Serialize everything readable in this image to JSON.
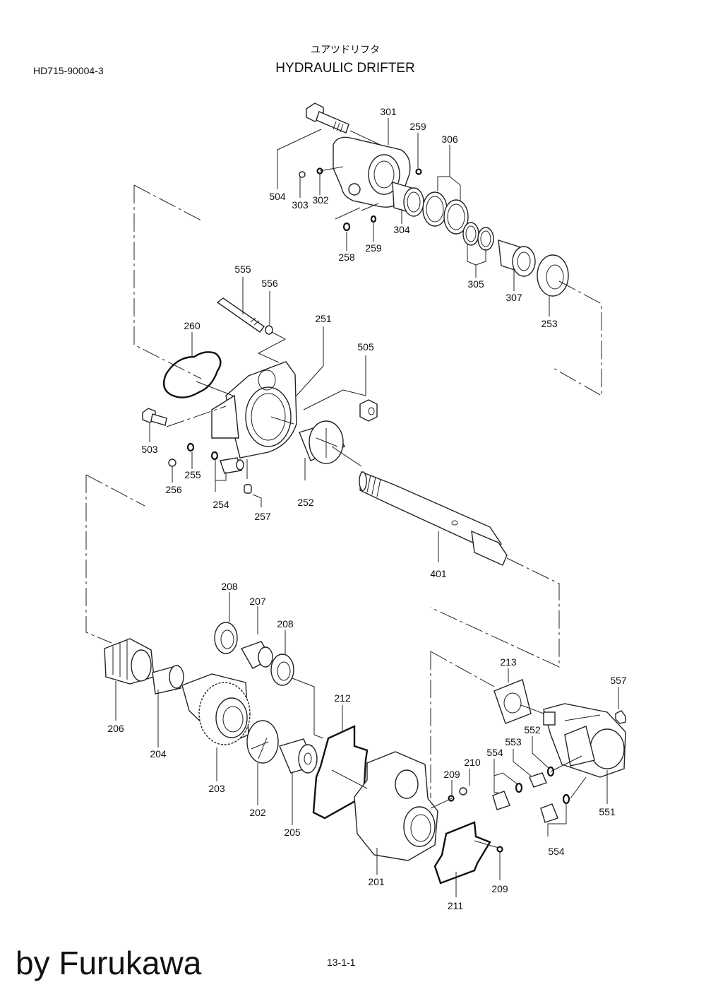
{
  "header": {
    "document_code": "HD715-90004-3",
    "title_japanese": "ユアツドリフタ",
    "title_english": "HYDRAULIC DRIFTER"
  },
  "footer": {
    "brand_text": "by Furukawa",
    "page_number": "13-1-1"
  },
  "callouts": {
    "c301": "301",
    "c259a": "259",
    "c306": "306",
    "c504": "504",
    "c303": "303",
    "c302": "302",
    "c304": "304",
    "c258": "258",
    "c259b": "259",
    "c305": "305",
    "c307": "307",
    "c253": "253",
    "c555": "555",
    "c556": "556",
    "c260": "260",
    "c251": "251",
    "c505": "505",
    "c503": "503",
    "c255": "255",
    "c256": "256",
    "c254": "254",
    "c257": "257",
    "c252": "252",
    "c401": "401",
    "c208a": "208",
    "c207": "207",
    "c208b": "208",
    "c213": "213",
    "c557": "557",
    "c206": "206",
    "c212": "212",
    "c552": "552",
    "c553": "553",
    "c554a": "554",
    "c210": "210",
    "c204": "204",
    "c209a": "209",
    "c551": "551",
    "c203": "203",
    "c202": "202",
    "c205": "205",
    "c554b": "554",
    "c201": "201",
    "c209b": "209",
    "c211": "211"
  }
}
